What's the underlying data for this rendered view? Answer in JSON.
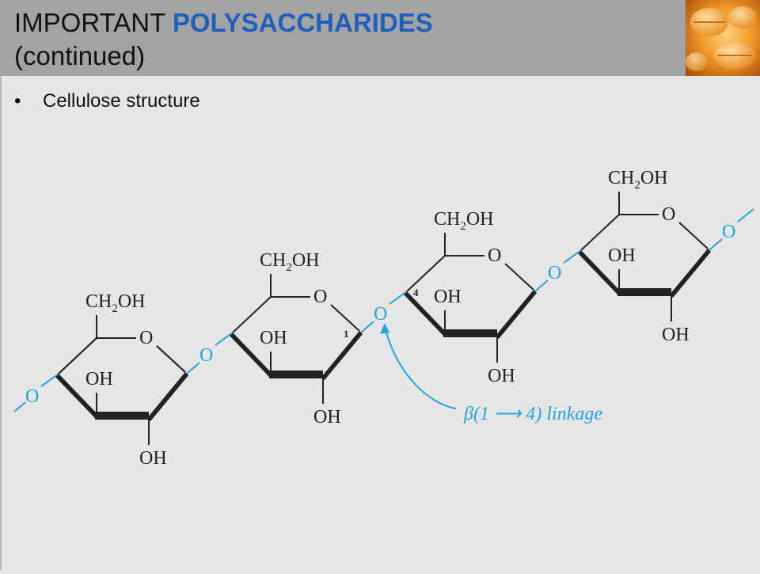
{
  "slide": {
    "title_part1": "IMPORTANT ",
    "title_accent": "POLYSACCHARIDES",
    "title_part2": "(continued)",
    "bullet": "Cellulose structure"
  },
  "colors": {
    "header_bg": "#a3a3a3",
    "title_accent": "#1f5fbf",
    "linkage": "#1ea6e0",
    "body_bg": "#e6e6e6"
  },
  "icons": {
    "header_image": "orange-pills-image"
  },
  "diagram": {
    "ring_substituent_top": "CH2OH",
    "ring_oxygen": "O",
    "hydroxyl": "OH",
    "glycosidic_oxygen": "O",
    "carbon_number_1": "1",
    "carbon_number_4": "4",
    "linkage_label": "β(1 ⟶ 4) linkage"
  }
}
